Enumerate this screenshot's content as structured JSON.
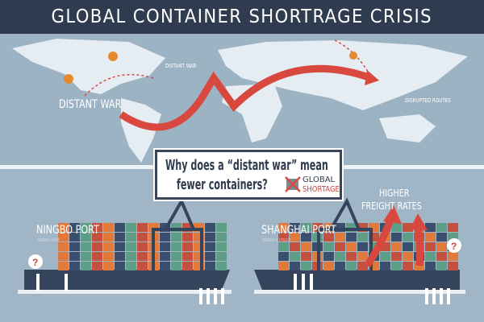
{
  "title": "GLOBAL CONTAINER SHORTRAGE CRISIS",
  "map": {
    "label_distant_war_large": "DISTANT WAR",
    "label_distant_war_small": "DISTANT WAR",
    "label_disrupted_routes": "DISRUPTED ROUTES"
  },
  "question": {
    "line1": "Why does a “distant war” mean",
    "line2": "fewer containers?",
    "badge_line1": "GLOBAL",
    "badge_line2": "SHORTAGE"
  },
  "ports": {
    "left_title": "NINGBO PORT",
    "left_subtitle": "NINGBO PORT",
    "right_title": "SHANGHAI PORT",
    "right_subtitle": "NINGBO E PFIGHT"
  },
  "freight": {
    "line1": "HIGHER",
    "line2": "FREIGHT RATES"
  },
  "colors": {
    "header": "#2f3b4e",
    "arrow": "#d9483e",
    "container_orange": "#e07a3c",
    "container_red": "#c4503f",
    "container_green": "#5f9e86",
    "container_navy": "#3a4f6e"
  }
}
